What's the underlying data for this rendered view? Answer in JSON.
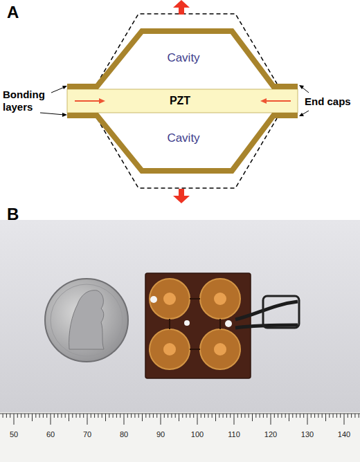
{
  "diagram": {
    "nodes": [
      {
        "text": [
          "PZT"
        ]
      }
    ],
    "labels": [
      "A",
      "B",
      "Cavity",
      "Cavity",
      "Bonding layers",
      "End caps",
      "50",
      "60",
      "70",
      "80",
      "90",
      "100",
      "110",
      "120",
      "130",
      "140"
    ]
  }
}
